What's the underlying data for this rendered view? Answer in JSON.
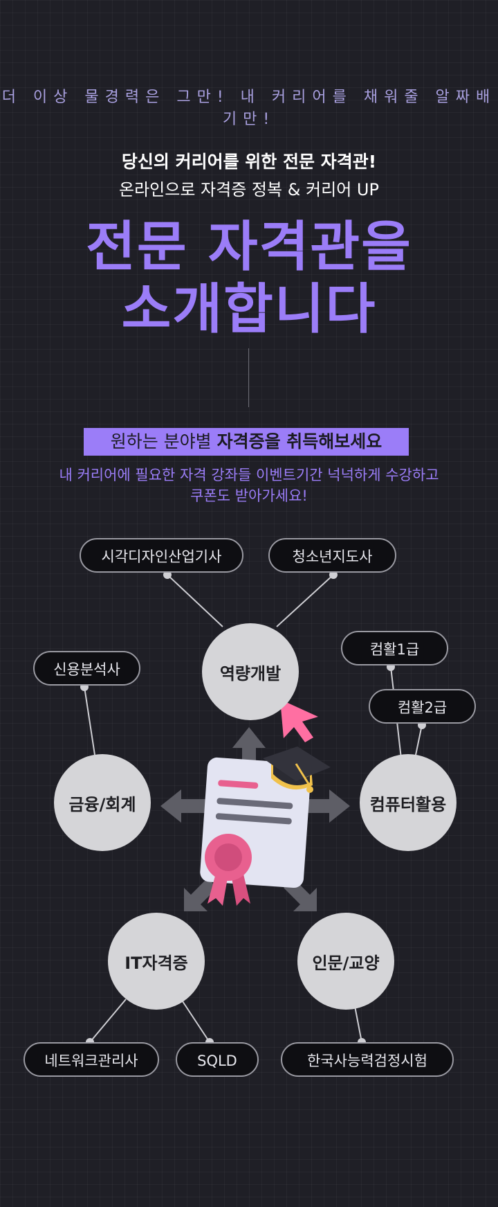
{
  "header": {
    "tagline": "더 이상 물경력은 그만! 내 커리어를 채워줄 알짜배기만!",
    "headline_bold": "당신의 커리어를 위한 전문 자격관!",
    "headline_sub": "온라인으로 자격증 정복 & 커리어 UP",
    "title_line1": "전문 자격관을",
    "title_line2": "소개합니다"
  },
  "field": {
    "badge_normal": "원하는 분야별 ",
    "badge_bold": "자격증을 취득해보세요",
    "desc_line1": "내 커리어에 필요한 자격 강좌들 이벤트기간 넉넉하게 수강하고",
    "desc_line2": "쿠폰도 받아가세요!"
  },
  "categories": {
    "capacity": "역량개발",
    "finance": "금융/회계",
    "computer": "컴퓨터활용",
    "it": "IT자격증",
    "humanities": "인문/교양"
  },
  "certificates": {
    "visual_design": "시각디자인산업기사",
    "youth_guide": "청소년지도사",
    "credit_analyst": "신용분석사",
    "computer_1": "컴활1급",
    "computer_2": "컴활2급",
    "network": "네트워크관리사",
    "sqld": "SQLD",
    "korean_history": "한국사능력검정시험"
  },
  "colors": {
    "accent": "#9b7df8",
    "background": "#1f1f26",
    "pink": "#e8608f"
  }
}
